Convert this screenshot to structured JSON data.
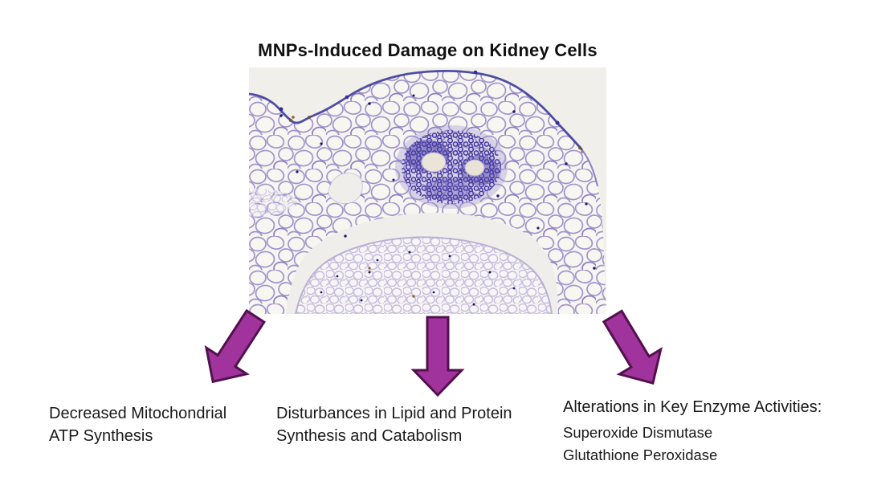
{
  "title": "MNPs-Induced Damage on Kidney Cells",
  "effects": {
    "atp": {
      "line1": "Decreased Mitochondrial",
      "line2": "ATP Synthesis"
    },
    "lipid_protein": {
      "line1": "Disturbances in Lipid and Protein",
      "line2": "Synthesis and Catabolism"
    },
    "enzymes": {
      "heading": "Alterations in Key Enzyme Activities:",
      "item1": "Superoxide Dismutase",
      "item2": "Glutathione Peroxidase"
    }
  },
  "colors": {
    "arrow_fill": "#a0339c",
    "arrow_stroke": "#53104e",
    "text": "#1a1a1a",
    "page_bg": "#ffffff",
    "stain_dark": "#43369f",
    "stain_light": "#a095cc"
  }
}
